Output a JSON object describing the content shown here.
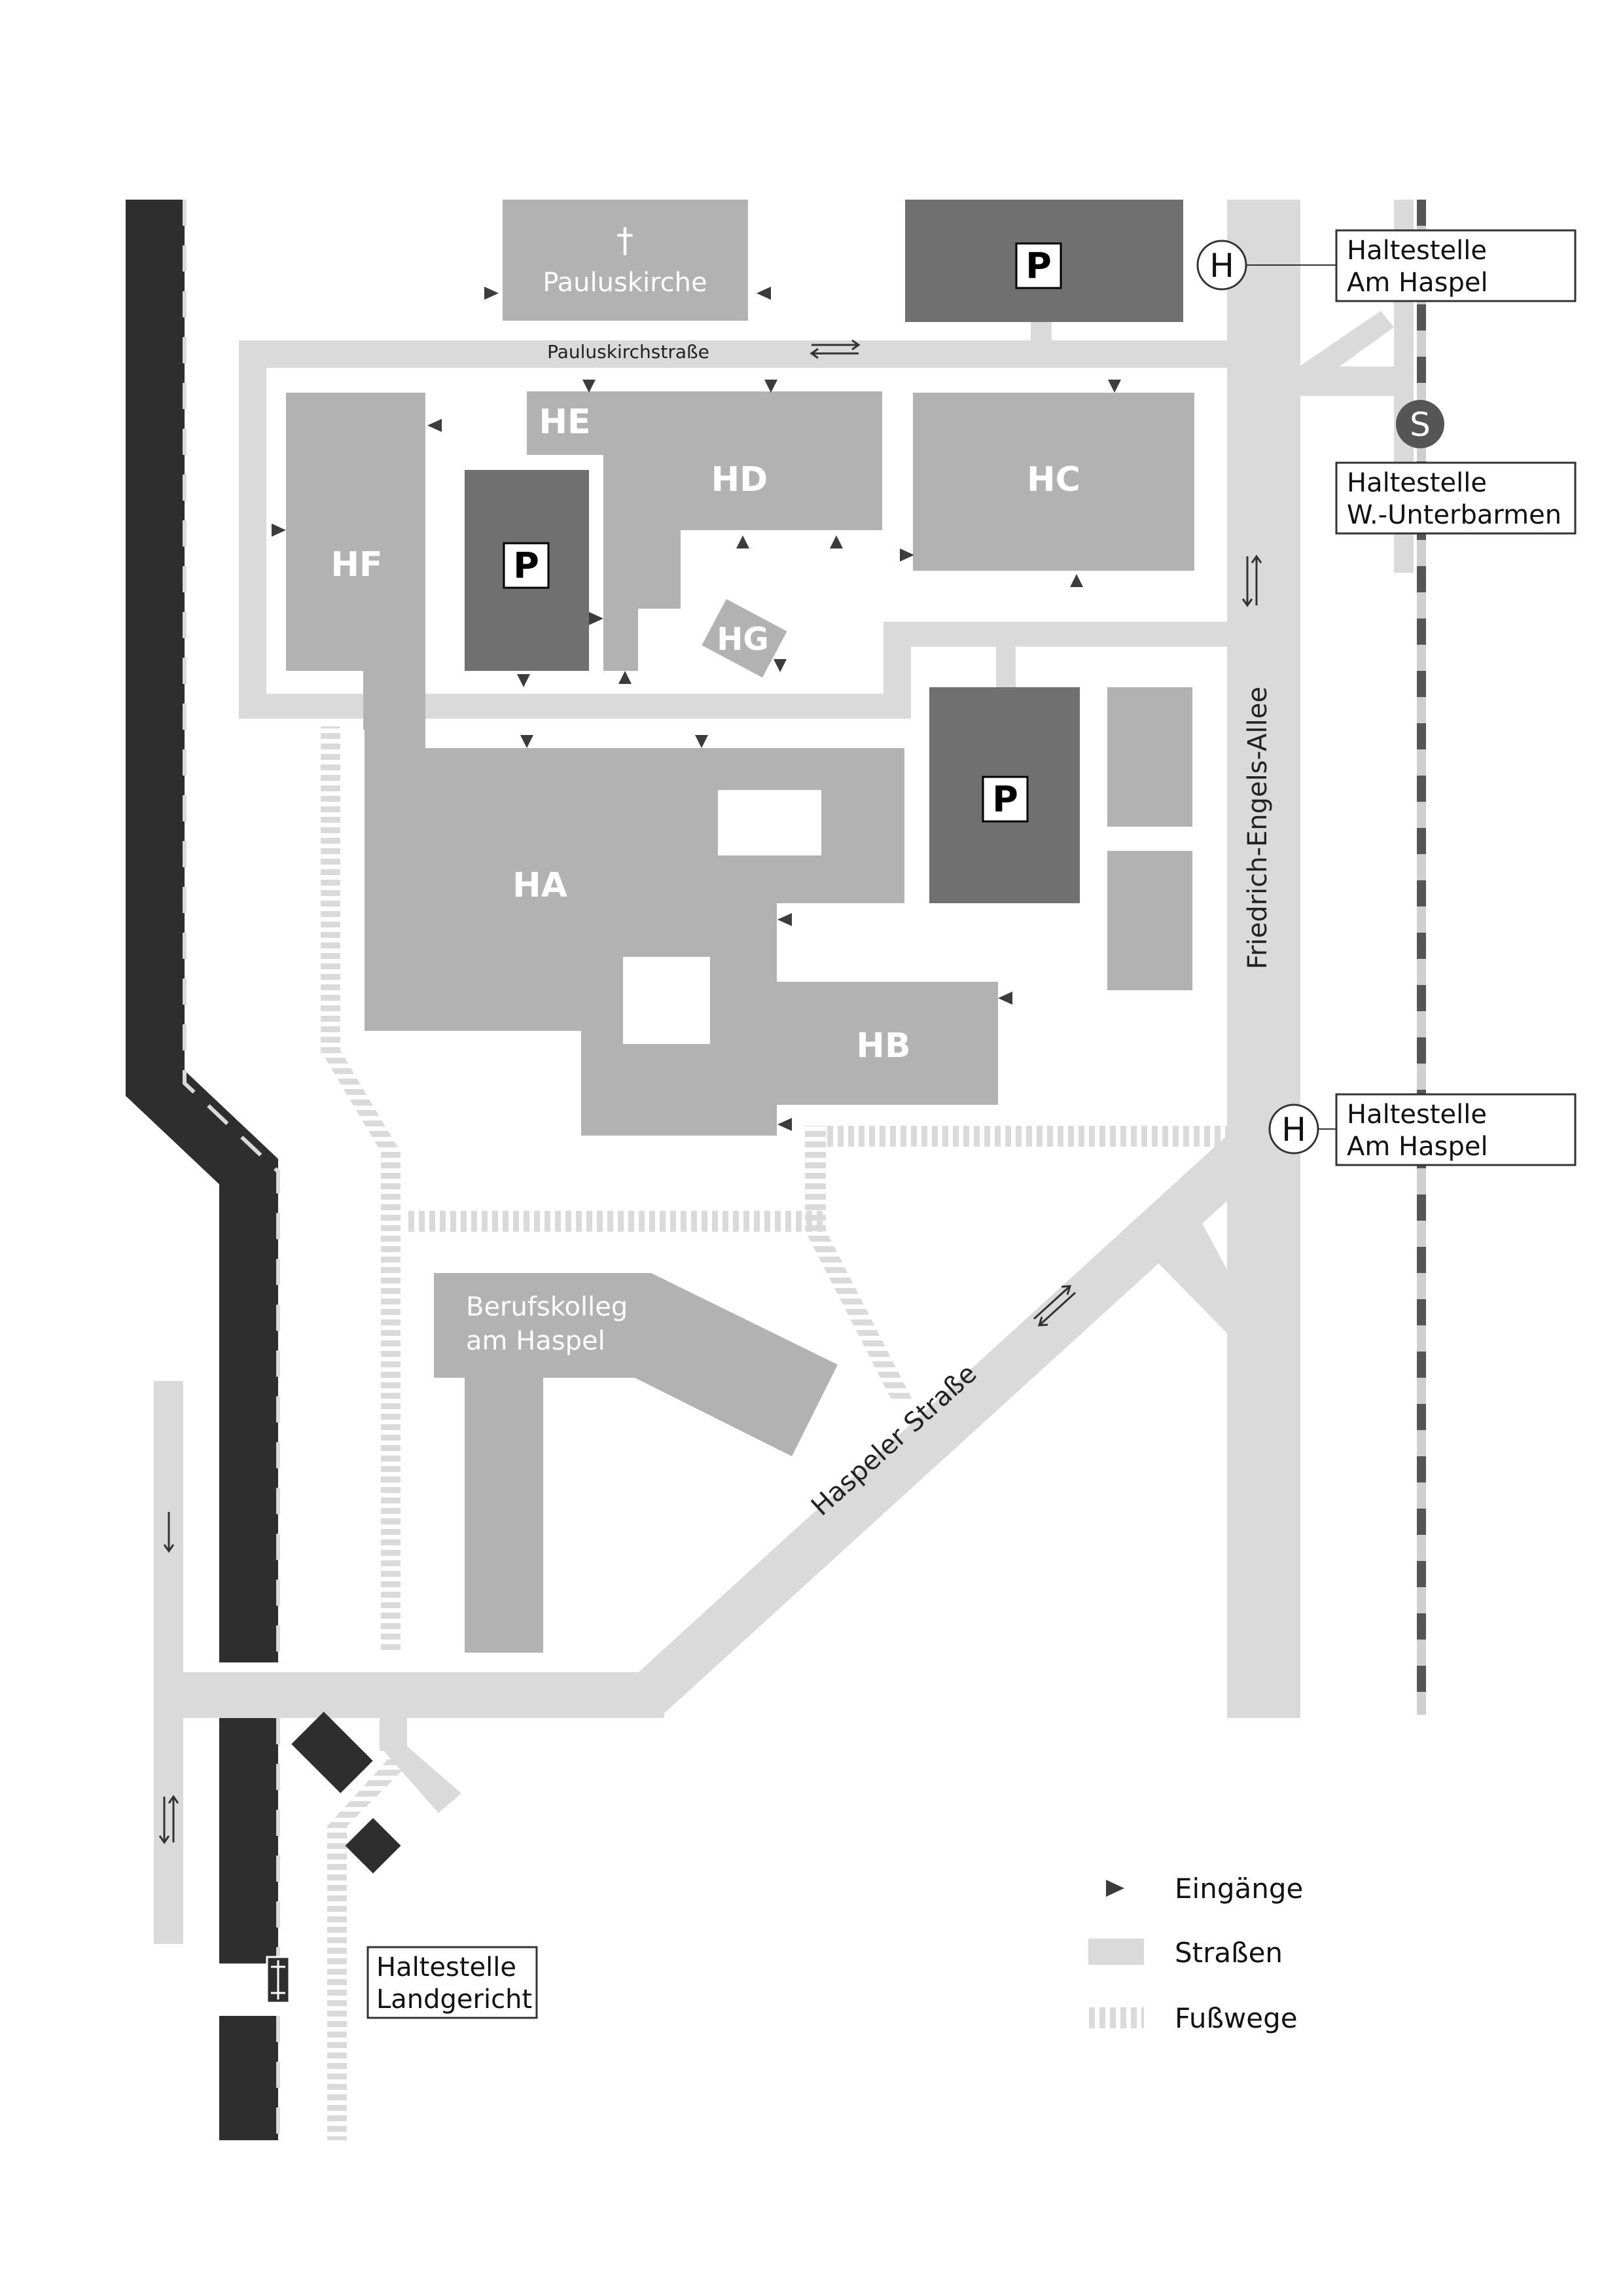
{
  "colors": {
    "road": "#dadada",
    "building": "#b2b2b2",
    "parking_building": "#707070",
    "main_road": "#2e2e2e",
    "footpath": "#dadada",
    "entrance": "#3c3c3c",
    "rail": "#555555"
  },
  "buildings": {
    "pauluskirche": {
      "label": "Pauluskirche",
      "symbol": "†"
    },
    "ha": "HA",
    "hb": "HB",
    "hc": "HC",
    "hd": "HD",
    "he": "HE",
    "hf": "HF",
    "hg": "HG",
    "berufskolleg_line1": "Berufskolleg",
    "berufskolleg_line2": "am Haspel"
  },
  "parking": {
    "symbol": "P"
  },
  "streets": {
    "pauluskirchstrasse": "Pauluskirchstraße",
    "friedrich_engels_allee": "Friedrich-Engels-Allee",
    "haspeler_strasse": "Haspeler Straße"
  },
  "stops": {
    "bus_symbol": "H",
    "sbahn_symbol": "S",
    "am_haspel_top": {
      "line1": "Haltestelle",
      "line2": "Am Haspel"
    },
    "w_unterbarmen": {
      "line1": "Haltestelle",
      "line2": "W.-Unterbarmen"
    },
    "am_haspel_mid": {
      "line1": "Haltestelle",
      "line2": "Am Haspel"
    },
    "landgericht": {
      "line1": "Haltestelle",
      "line2": "Landgericht"
    }
  },
  "legend": {
    "entrances": "Eingänge",
    "streets": "Straßen",
    "footpaths": "Fußwege"
  }
}
